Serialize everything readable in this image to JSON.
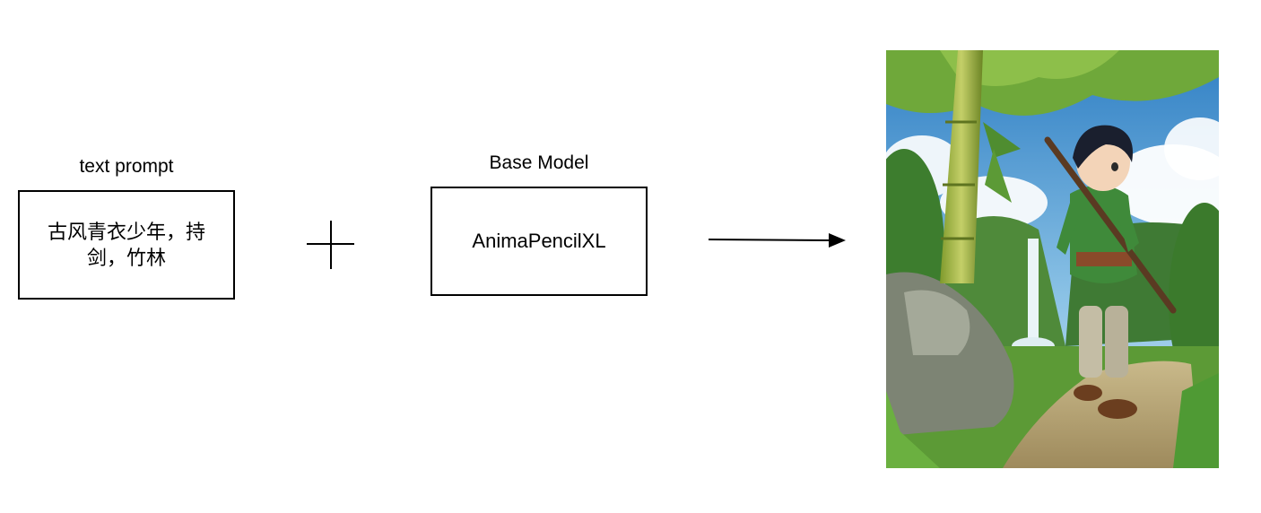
{
  "text_prompt": {
    "label": "text prompt",
    "content": "古风青衣少年，持剑，竹林"
  },
  "base_model": {
    "label": "Base Model",
    "name": "AnimaPencilXL"
  },
  "output_image": {
    "icon": "generated-anime-illustration"
  },
  "colors": {
    "stroke": "#000000",
    "background": "#ffffff"
  }
}
